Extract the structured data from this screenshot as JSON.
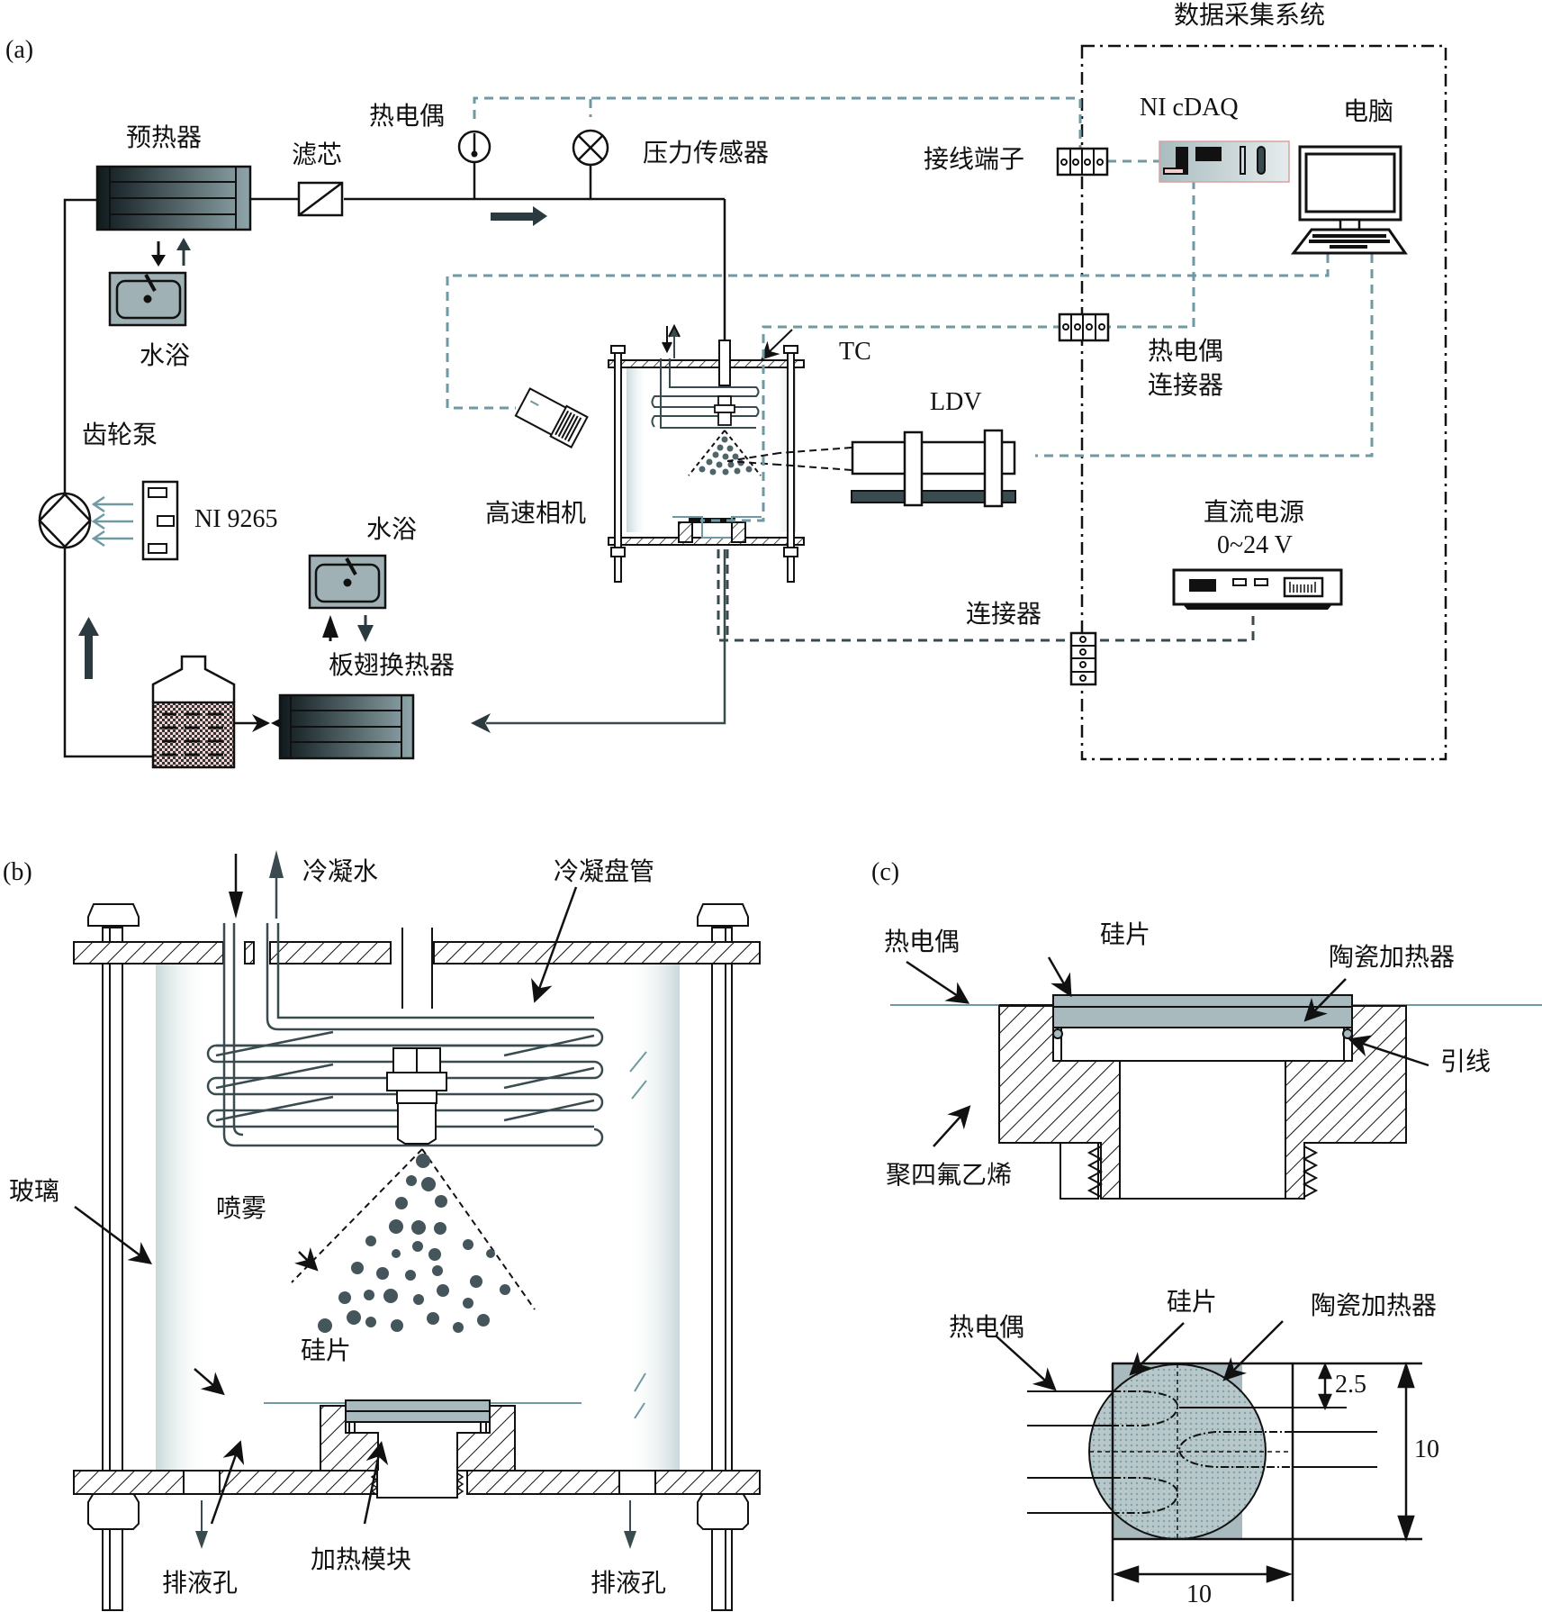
{
  "panels": {
    "a": {
      "tag": "(a)",
      "labels": {
        "preheater": "预热器",
        "filter": "滤芯",
        "thermocouple": "热电偶",
        "pressure_sensor": "压力传感器",
        "water_bath_top": "水浴",
        "gear_pump": "齿轮泵",
        "ni9265": "NI 9265",
        "water_bath_bottom": "水浴",
        "plate_fin_hx": "板翅换热器",
        "high_speed_camera": "高速相机",
        "tc": "TC",
        "ldv": "LDV",
        "daq_system": "数据采集系统",
        "terminal_block": "接线端子",
        "ni_cdaq": "NI cDAQ",
        "computer": "电脑",
        "tc_connector_line1": "热电偶",
        "tc_connector_line2": "连接器",
        "dc_power_line1": "直流电源",
        "dc_power_line2": "0~24 V",
        "connector": "连接器"
      }
    },
    "b": {
      "tag": "(b)",
      "labels": {
        "cooling_water": "冷凝水",
        "condenser_coil": "冷凝盘管",
        "glass": "玻璃",
        "spray": "喷雾",
        "silicon_wafer": "硅片",
        "heating_module": "加热模块",
        "drain_left": "排液孔",
        "drain_right": "排液孔"
      }
    },
    "c": {
      "tag": "(c)",
      "labels": {
        "thermocouple": "热电偶",
        "silicon_wafer": "硅片",
        "ceramic_heater": "陶瓷加热器",
        "lead_wire": "引线",
        "ptfe": "聚四氟乙烯",
        "thermocouple_2": "热电偶",
        "silicon_wafer_2": "硅片",
        "ceramic_heater_2": "陶瓷加热器",
        "dim_offset": "2.5",
        "dim_height": "10",
        "dim_width": "10"
      }
    }
  },
  "colors": {
    "line": "#111111",
    "signal_dash": "#6f9aa3",
    "power_dash": "#3a4b50",
    "glass": "#dbe6e8",
    "wafer": "#a8babd",
    "droplet": "#44565b",
    "heater": "#9fb5b8"
  }
}
